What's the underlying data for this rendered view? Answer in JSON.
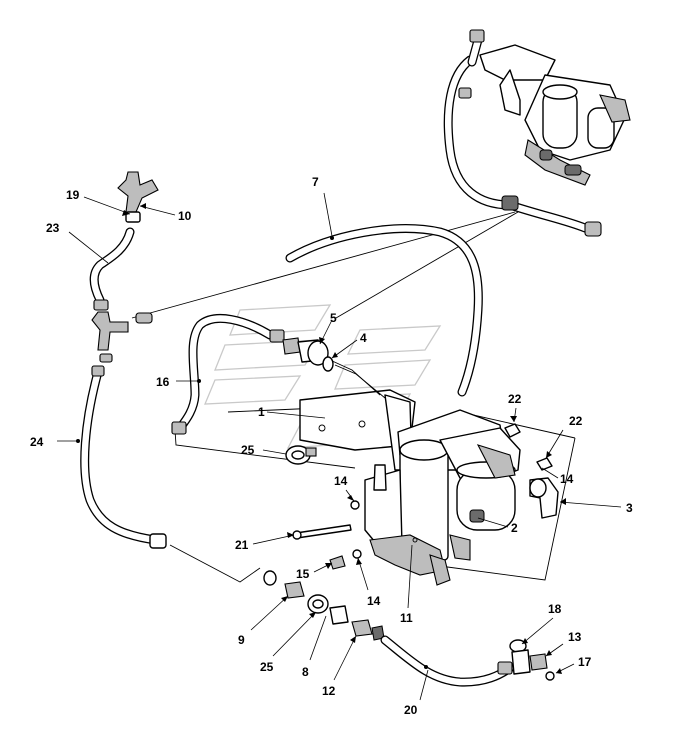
{
  "diagram": {
    "callouts": [
      {
        "id": "c1",
        "text": "1"
      },
      {
        "id": "c2",
        "text": "2"
      },
      {
        "id": "c3",
        "text": "3"
      },
      {
        "id": "c4",
        "text": "4"
      },
      {
        "id": "c5",
        "text": "5"
      },
      {
        "id": "c7",
        "text": "7"
      },
      {
        "id": "c8",
        "text": "8"
      },
      {
        "id": "c9",
        "text": "9"
      },
      {
        "id": "c10",
        "text": "10"
      },
      {
        "id": "c11",
        "text": "11"
      },
      {
        "id": "c12",
        "text": "12"
      },
      {
        "id": "c13",
        "text": "13"
      },
      {
        "id": "c14a",
        "text": "14"
      },
      {
        "id": "c14b",
        "text": "14"
      },
      {
        "id": "c14c",
        "text": "14"
      },
      {
        "id": "c15",
        "text": "15"
      },
      {
        "id": "c16",
        "text": "16"
      },
      {
        "id": "c17",
        "text": "17"
      },
      {
        "id": "c18",
        "text": "18"
      },
      {
        "id": "c19",
        "text": "19"
      },
      {
        "id": "c20",
        "text": "20"
      },
      {
        "id": "c21",
        "text": "21"
      },
      {
        "id": "c22a",
        "text": "22"
      },
      {
        "id": "c22b",
        "text": "22"
      },
      {
        "id": "c23",
        "text": "23"
      },
      {
        "id": "c24",
        "text": "24"
      },
      {
        "id": "c25a",
        "text": "25"
      },
      {
        "id": "c25b",
        "text": "25"
      }
    ]
  }
}
